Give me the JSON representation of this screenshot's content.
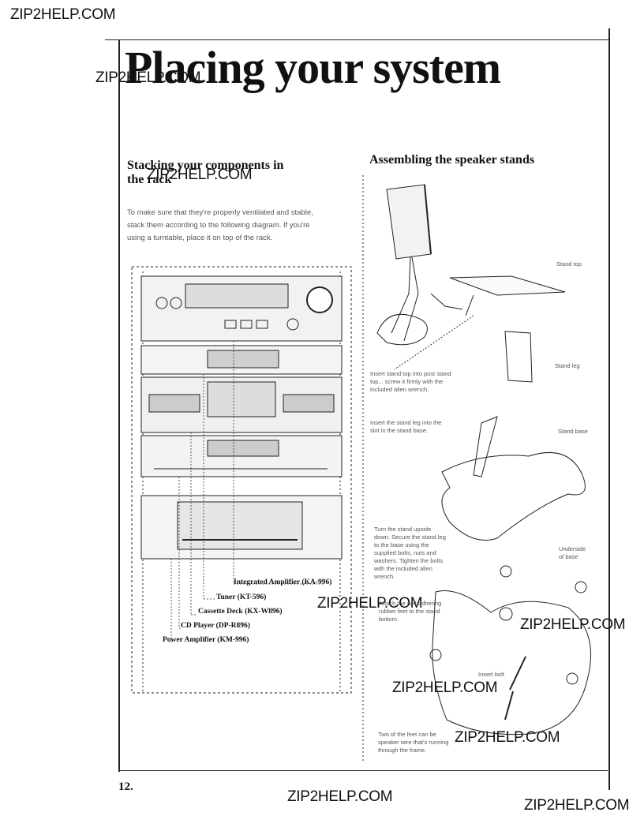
{
  "watermark": "ZIP2HELP.COM",
  "page": {
    "title": "Placing your system",
    "page_number": "12."
  },
  "left": {
    "heading_line1": "Stacking your components in",
    "heading_line2": "the rack",
    "body_line1": "To make sure that they're properly ventilated and stable,",
    "body_line2": "stack them according to the following diagram. If you're",
    "body_line3": "using a turntable, place it on top of the rack.",
    "components": [
      "Integrated Amplifier (KA-996)",
      "Tuner (KT-596)",
      "Cassette Deck (KX-W896)",
      "CD Player (DP-R896)",
      "Power Amplifier (KM-996)"
    ]
  },
  "right": {
    "heading": "Assembling the speaker stands",
    "callouts": {
      "stand_top": "Stand top",
      "stand_leg": "Stand leg",
      "stand_base": "Stand base",
      "underside": [
        "Underside",
        "of base"
      ]
    },
    "step1": [
      "Insert stand top into post stand",
      "top... screw it firmly with the",
      "included allen wrench."
    ],
    "step2": [
      "Insert the stand leg into the",
      "slot in the stand base."
    ],
    "step3": [
      "Turn the stand upside",
      "down. Secure the stand leg",
      "to the base using the",
      "supplied bolts, nuts and",
      "washers. Tighten the bolts",
      "with the included allen",
      "wrench."
    ],
    "step4": [
      "Attach the self-adhering",
      "rubber feet to the stand",
      "bottom."
    ],
    "step5": [
      "Insert bolt"
    ],
    "step6": [
      "Two of the feet can be",
      "speaker wire that's running",
      "through the frame."
    ]
  }
}
